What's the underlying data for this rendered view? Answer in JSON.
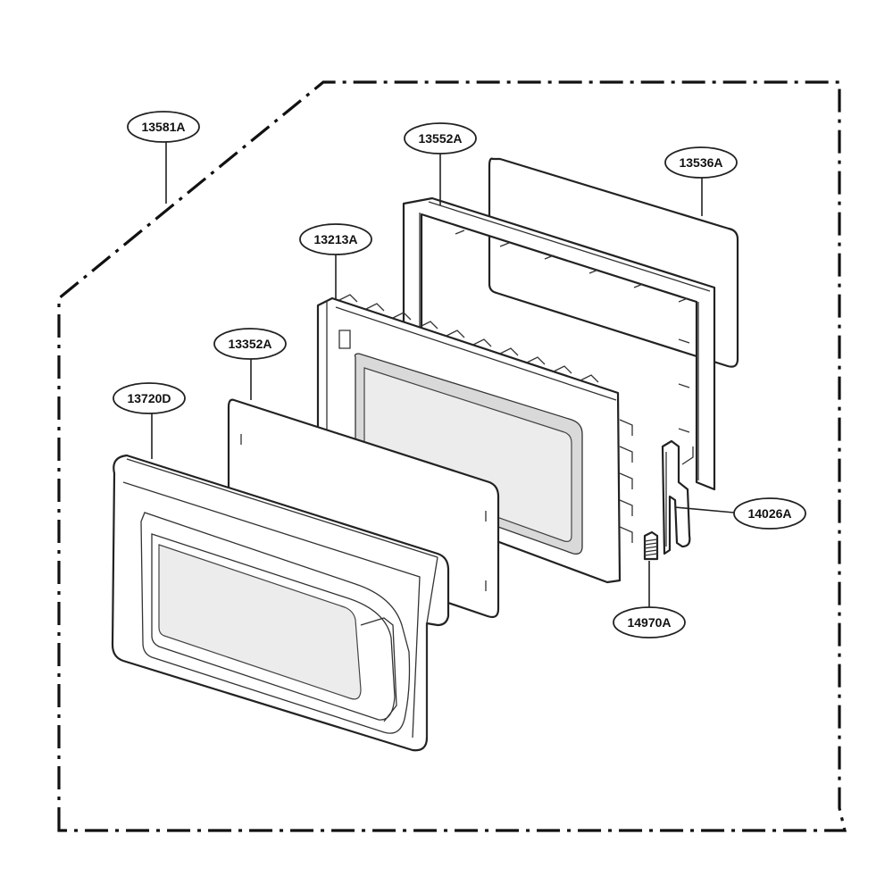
{
  "callouts": [
    {
      "id": "outer-cover",
      "label": "13581A"
    },
    {
      "id": "choke-frame",
      "label": "13552A"
    },
    {
      "id": "door-glass",
      "label": "13536A"
    },
    {
      "id": "door-panel",
      "label": "13213A"
    },
    {
      "id": "screen-plate",
      "label": "13352A"
    },
    {
      "id": "door-frame",
      "label": "13720D"
    },
    {
      "id": "latch-hook",
      "label": "14026A"
    },
    {
      "id": "spring",
      "label": "14970A"
    }
  ],
  "colors": {
    "line": "#222222",
    "shade": "#d9d9d9",
    "background": "#ffffff"
  }
}
